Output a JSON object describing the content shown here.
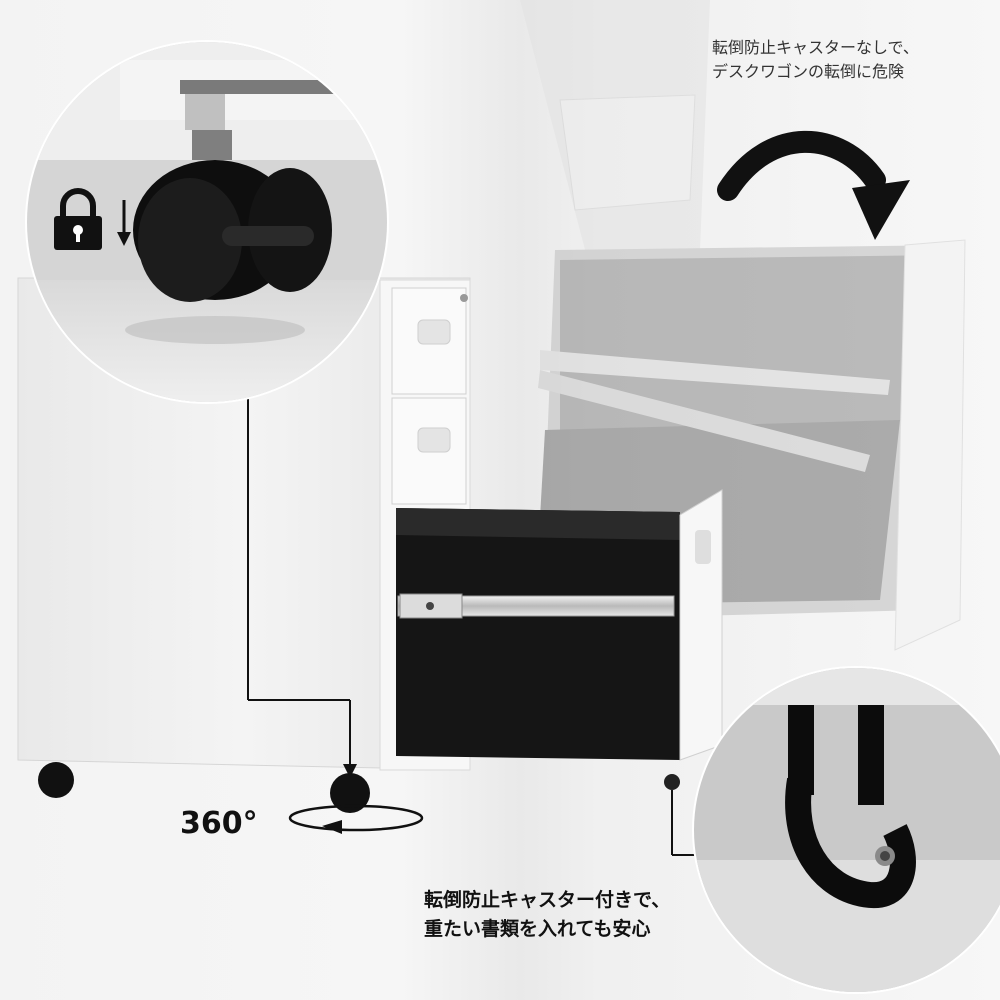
{
  "caption_top": {
    "line1": "転倒防止キャスターなしで、",
    "line2": "デスクワゴンの転倒に危険"
  },
  "caption_bottom": {
    "line1": "転倒防止キャスター付きで、",
    "line2": "重たい書類を入れても安心"
  },
  "rotation_label": "360°",
  "icons": [
    "lock-icon",
    "down-arrow-icon",
    "curved-arrow-icon",
    "rotation-arrow-icon"
  ],
  "colors": {
    "cabinet_white": "#f5f5f5",
    "drawer_black": "#141414",
    "caster_black": "#111111",
    "callout_line": "#111111"
  }
}
